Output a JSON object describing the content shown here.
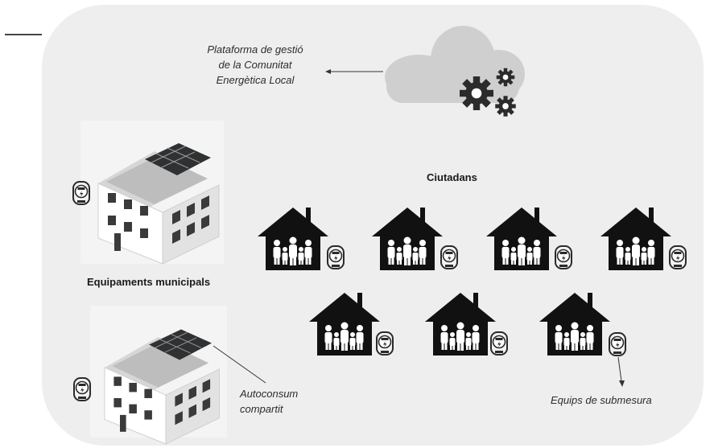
{
  "labels": {
    "platform": [
      "Plataforma de gestió",
      "de la Comunitat",
      "Energètica Local"
    ],
    "citizens": "Ciutadans",
    "municipal": "Equipaments municipals",
    "self_consumption": [
      "Autoconsum",
      "compartit"
    ],
    "submetering": "Equips de submesura"
  }
}
